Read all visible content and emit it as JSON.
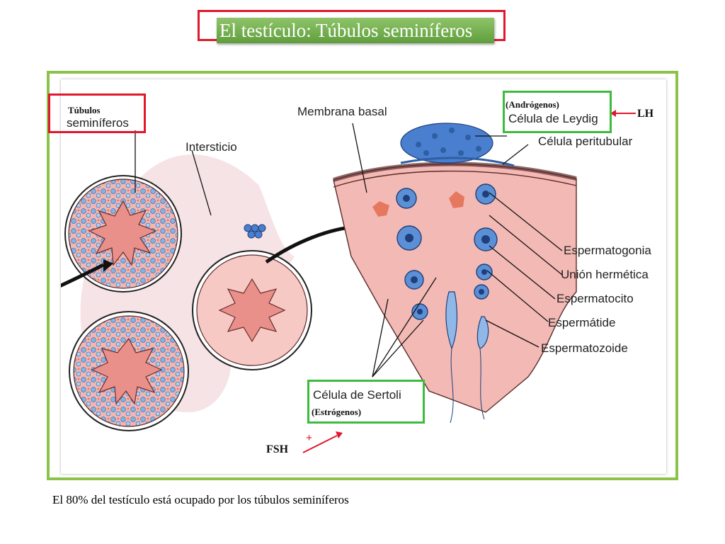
{
  "title": "El testículo: Túbulos seminíferos",
  "caption": "El 80% del testículo está ocupado por los túbulos seminíferos",
  "labels": {
    "tubulos_small": "Túbulos",
    "tubulos_seminiferos": "seminíferos",
    "intersticio": "Intersticio",
    "membrana_basal": "Membrana basal",
    "androgenos": "(Andrógenos)",
    "celula_leydig": "Célula de Leydig",
    "lh": "LH",
    "celula_peritubular": "Célula peritubular",
    "espermatogonia": "Espermatogonia",
    "union_hermetica": "Unión hermética",
    "espermatocito": "Espermatocito",
    "espermatide": "Espermátide",
    "espermatozoide": "Espermatozoide",
    "celula_sertoli": "Célula de Sertoli",
    "estrogenos": "(Estrógenos)",
    "fsh": "FSH",
    "plus": "+"
  },
  "colors": {
    "title_frame": "#e0182c",
    "title_fill": "#6aa84f",
    "panel_border": "#8bc34a",
    "highlight_green": "#3dbb3d",
    "highlight_red": "#e0182c",
    "tubule_pink": "#f2b7b2",
    "cell_blue": "#5b8fd6"
  }
}
